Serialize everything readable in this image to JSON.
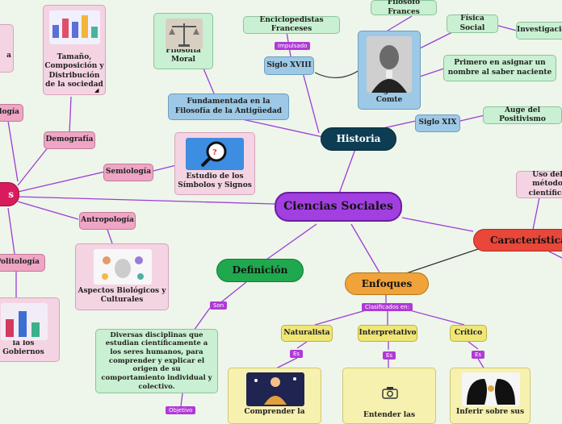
{
  "center": "Ciencias Sociales",
  "historia": {
    "label": "Historia",
    "siglo18": "Siglo XVIII",
    "impulsado": "Impulsado",
    "enciclopedistas": "Enciclopedistas Franceses",
    "fundamentada": "Fundamentada en la Filosofía de la Antigüedad",
    "filosofia_moral": "Filosofía Moral",
    "filosofo": "Filósofo Frances",
    "comte": "Augusto Comte",
    "fisica_social": "Física Social",
    "investigacion": "Investigación",
    "primero": "Primero en asignar un nombre al saber naciente",
    "siglo19": "Siglo XIX",
    "auge": "Auge del Positivismo"
  },
  "left": {
    "partial_root": "s",
    "demografia": "Demografía",
    "demografia_desc": "Tamaño, Composición y Distribución de la sociedad",
    "biologia": "ología",
    "semiologia": "Semiología",
    "simbolos": "Estudio de los Símbolos y Signos",
    "antropologia": "Antropología",
    "aspectos": "Aspectos Biológicos y Culturales",
    "politologia": "Politología",
    "gobiernos": "ia los Gobiernos",
    "partial_a": "a"
  },
  "definicion": {
    "label": "Definición",
    "son": "Son",
    "text": "Diversas disciplinas que estudian científicamente a los seres humanos, para comprender y explicar el origen de su comportamiento individual y colectivo.",
    "objetivo": "Objetivo"
  },
  "enfoques": {
    "label": "Enfoques",
    "clasificados": "Clasificados en:",
    "naturalista": "Naturalista",
    "interpretativo": "Interpretativo",
    "critico": "Crítico",
    "es": "Es",
    "comprender": "Comprender la",
    "entender": "Entender las",
    "inferir": "Inferir sobre sus"
  },
  "caracteristicas": {
    "label": "Características",
    "uso": "Uso del método científico"
  }
}
